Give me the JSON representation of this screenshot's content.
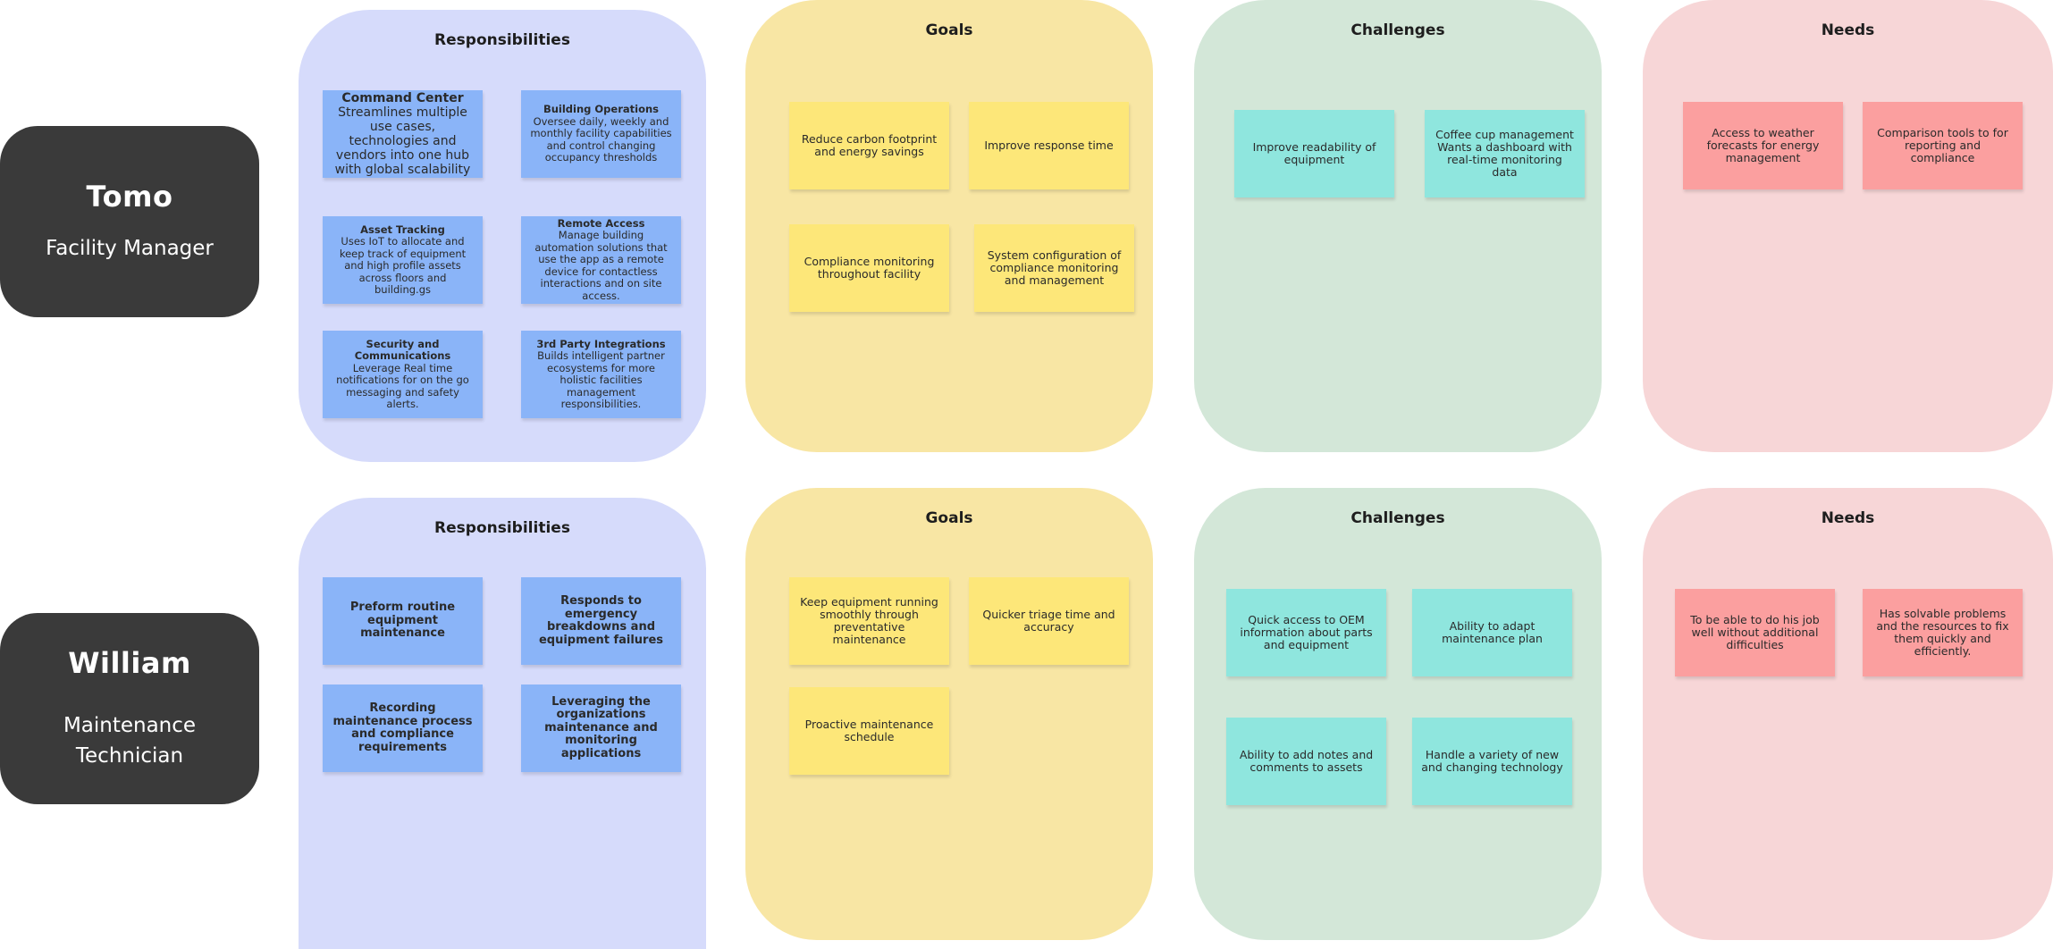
{
  "personas": [
    {
      "name": "Tomo",
      "role": "Facility Manager"
    },
    {
      "name": "William",
      "role": "Maintenance Technician"
    }
  ],
  "rows": [
    {
      "responsibilities": {
        "title": "Responsibilities",
        "notes": [
          {
            "title": "Command Center",
            "body": "Streamlines multiple use cases, technologies and vendors into one hub with global scalability"
          },
          {
            "title": "Building Operations",
            "body": "Oversee daily, weekly and monthly facility capabilities and control changing occupancy thresholds"
          },
          {
            "title": "Asset Tracking",
            "body": "Uses IoT to allocate and keep track of equipment and high profile assets across floors and building.gs"
          },
          {
            "title": "Remote Access",
            "body": "Manage building automation solutions that use the app as a remote device for contactless interactions and on site access."
          },
          {
            "title": "Security and Communications",
            "body": "Leverage Real time notifications for on the go messaging and safety alerts."
          },
          {
            "title": "3rd Party Integrations",
            "body": "Builds intelligent partner ecosystems for more holistic facilities management responsibilities."
          }
        ]
      },
      "goals": {
        "title": "Goals",
        "notes": [
          "Reduce carbon footprint and energy savings",
          "Improve response time",
          "Compliance monitoring throughout facility",
          "System configuration of compliance monitoring and management"
        ]
      },
      "challenges": {
        "title": "Challenges",
        "notes": [
          "Improve readability of equipment",
          "Coffee cup management Wants a dashboard with real-time monitoring data"
        ]
      },
      "needs": {
        "title": "Needs",
        "notes": [
          "Access to weather forecasts for energy management",
          "Comparison tools to for reporting and compliance"
        ]
      }
    },
    {
      "responsibilities": {
        "title": "Responsibilities",
        "notes": [
          "Preform routine equipment maintenance",
          "Responds to emergency breakdowns and equipment failures",
          "Recording maintenance process and compliance requirements",
          "Leveraging the organizations maintenance and monitoring applications"
        ]
      },
      "goals": {
        "title": "Goals",
        "notes": [
          "Keep equipment running smoothly through preventative maintenance",
          "Quicker triage time and accuracy",
          "Proactive maintenance schedule"
        ]
      },
      "challenges": {
        "title": "Challenges",
        "notes": [
          "Quick access to OEM information about parts and equipment",
          "Ability to adapt maintenance plan",
          "Ability to add notes and comments to assets",
          "Handle a variety of new and changing technology"
        ]
      },
      "needs": {
        "title": "Needs",
        "notes": [
          "To be able to do his job well without additional difficulties",
          "Has solvable problems and the resources to fix them quickly and efficiently."
        ]
      }
    }
  ],
  "colors": {
    "persona_bg": "#3a3a3a",
    "responsibilities_bg": "#d6dbfb",
    "goals_bg": "#f8e6a4",
    "challenges_bg": "#d3e7d8",
    "needs_bg": "#f7d6d7",
    "blue_note": "#8ab4f8",
    "yellow_note": "#fde779",
    "teal_note": "#8fe6de",
    "red_note": "#fb9f9f"
  }
}
